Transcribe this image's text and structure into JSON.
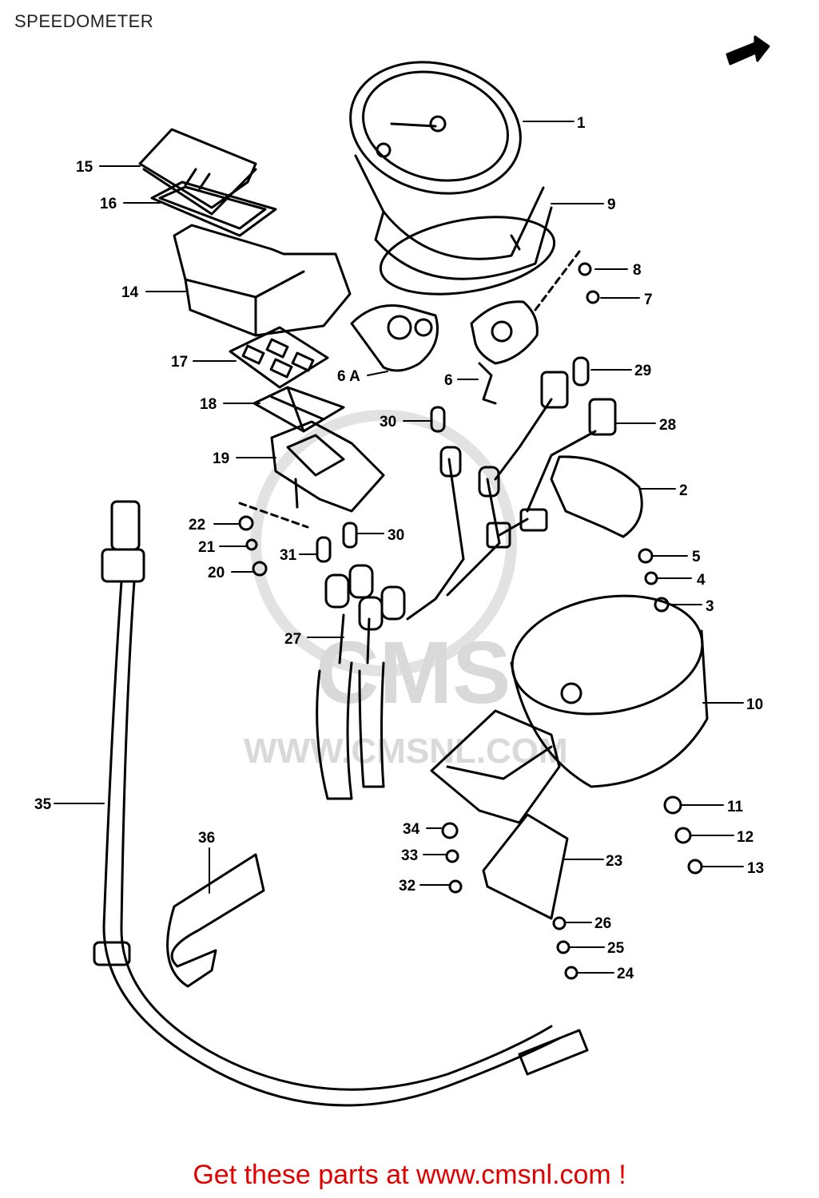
{
  "title": "SPEEDOMETER",
  "footer": "Get these parts at www.cmsnl.com !",
  "watermark": {
    "logo_text": "CMS",
    "url_text": "WWW.CMSNL.COM"
  },
  "colors": {
    "footer": "#e00000",
    "lines": "#000000",
    "watermark": "#d9d9d9"
  },
  "icons": {
    "direction_arrow": "front-arrow-icon"
  },
  "callouts": [
    "1",
    "9",
    "8",
    "7",
    "29",
    "28",
    "2",
    "5",
    "4",
    "3",
    "10",
    "11",
    "12",
    "13",
    "15",
    "16",
    "14",
    "17",
    "6 A",
    "6",
    "30",
    "18",
    "19",
    "30",
    "22",
    "21",
    "31",
    "20",
    "27",
    "35",
    "34",
    "33",
    "32",
    "36",
    "23",
    "26",
    "25",
    "24"
  ]
}
